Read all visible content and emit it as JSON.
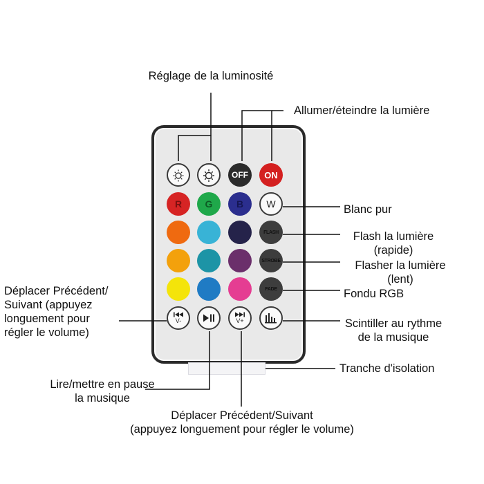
{
  "labels": {
    "brightness": "Réglage de la luminosité",
    "power": "Allumer/éteindre la lumière",
    "white": "Blanc pur",
    "flash_line1": "Flash la lumière",
    "flash_line2": "(rapide)",
    "strobe_line1": "Flasher la lumière",
    "strobe_line2": "(lent)",
    "fade": "Fondu RGB",
    "music_line1": "Scintiller au rythme",
    "music_line2": "de la musique",
    "isolation": "Tranche d'isolation",
    "play_line1": "Lire/mettre en pause",
    "play_line2": "la musique",
    "left_line1": "Déplacer Précédent/",
    "left_line2": "Suivant (appuyez",
    "left_line3": "longuement pour",
    "left_line4": "régler le volume)",
    "bottom_line1": "Déplacer Précédent/Suivant",
    "bottom_line2": "(appuyez longuement pour régler le volume)"
  },
  "buttons": {
    "off": "OFF",
    "on": "ON",
    "r": "R",
    "g": "G",
    "b": "B",
    "w": "W",
    "flash": "FLASH",
    "strobe": "STROBE",
    "fade": "FADE",
    "prev": "V-",
    "next": "V+"
  },
  "colors": {
    "off_button": "#2b2b2b",
    "on_button": "#d42020",
    "red": "#d62424",
    "green": "#1fa84a",
    "blue": "#2b2e8e",
    "orange": "#ef6a10",
    "light_blue": "#38b3d6",
    "navy": "#25234a",
    "gray_button": "#3d3d3d",
    "amber": "#f3a10c",
    "teal": "#1d94a6",
    "purple": "#6b2f6b",
    "yellow": "#f4e40a",
    "mid_blue": "#1f7bc4",
    "pink": "#e53d92"
  }
}
